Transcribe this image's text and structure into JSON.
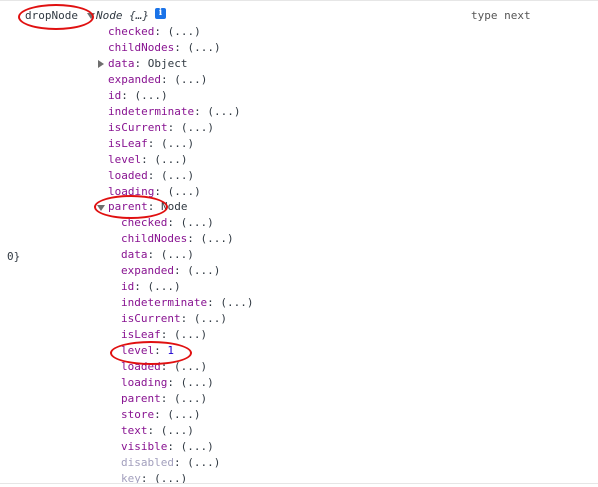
{
  "header": {
    "var_name": "dropNode",
    "type_label": "Node",
    "preview": "{…}",
    "info_icon": "i",
    "right_text": "type next"
  },
  "left_fragment": "0}",
  "node": {
    "props": [
      {
        "key": "checked",
        "value": "(...)"
      },
      {
        "key": "childNodes",
        "value": "(...)"
      },
      {
        "key": "data",
        "value": "Object"
      },
      {
        "key": "expanded",
        "value": "(...)"
      },
      {
        "key": "id",
        "value": "(...)"
      },
      {
        "key": "indeterminate",
        "value": "(...)"
      },
      {
        "key": "isCurrent",
        "value": "(...)"
      },
      {
        "key": "isLeaf",
        "value": "(...)"
      },
      {
        "key": "level",
        "value": "(...)"
      },
      {
        "key": "loaded",
        "value": "(...)"
      },
      {
        "key": "loading",
        "value": "(...)"
      }
    ],
    "parent": {
      "key": "parent",
      "value": "Node"
    }
  },
  "parent_props": [
    {
      "key": "checked",
      "value": "(...)"
    },
    {
      "key": "childNodes",
      "value": "(...)"
    },
    {
      "key": "data",
      "value": "(...)"
    },
    {
      "key": "expanded",
      "value": "(...)"
    },
    {
      "key": "id",
      "value": "(...)"
    },
    {
      "key": "indeterminate",
      "value": "(...)"
    },
    {
      "key": "isCurrent",
      "value": "(...)"
    },
    {
      "key": "isLeaf",
      "value": "(...)"
    },
    {
      "key": "level",
      "value": "1"
    },
    {
      "key": "loaded",
      "value": "(...)"
    },
    {
      "key": "loading",
      "value": "(...)"
    },
    {
      "key": "parent",
      "value": "(...)"
    },
    {
      "key": "store",
      "value": "(...)"
    },
    {
      "key": "text",
      "value": "(...)"
    },
    {
      "key": "visible",
      "value": "(...)"
    },
    {
      "key": "disabled",
      "value": "(...)"
    },
    {
      "key": "key",
      "value": "(...)"
    }
  ],
  "colors": {
    "key": "#881391",
    "value": "#303942",
    "number": "#1c00cf",
    "highlight_ellipse": "#e01010",
    "info_icon": "#1a73e8"
  }
}
